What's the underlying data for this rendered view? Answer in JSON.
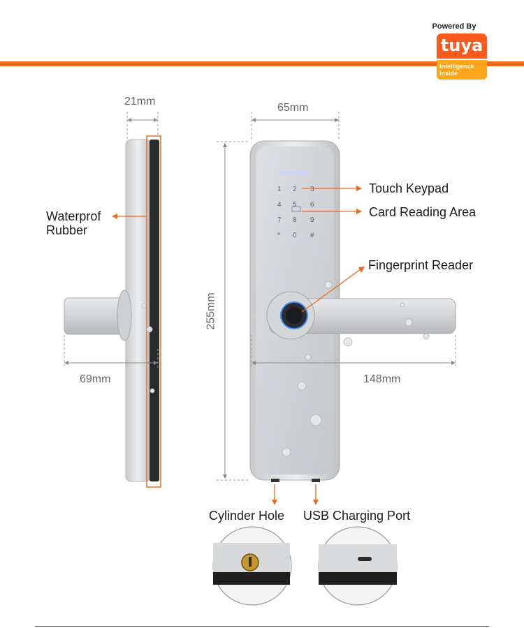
{
  "badge": {
    "powered_by": "Powered By",
    "brand": "tuya",
    "intelligence": "Intelligence",
    "inside": "Inside"
  },
  "dimensions": {
    "side_width": "21mm",
    "front_width": "65mm",
    "side_depth": "69mm",
    "height": "255mm",
    "handle_length": "148mm"
  },
  "labels": {
    "waterproof_line1": "Waterprof",
    "waterproof_line2": "Rubber",
    "touch_keypad": "Touch Keypad",
    "card_reading_area": "Card Reading Area",
    "fingerprint_reader": "Fingerprint Reader",
    "cylinder_hole": "Cylinder Hole",
    "usb_charging_port": "USB Charging Port"
  },
  "keypad": [
    "1",
    "2",
    "3",
    "4",
    "5",
    "6",
    "7",
    "8",
    "9",
    "*",
    "0",
    "#"
  ],
  "colors": {
    "accent": "#ee6a1e",
    "tuya_brand": "#ff5a1e",
    "tuya_secondary": "#ffa51c"
  }
}
